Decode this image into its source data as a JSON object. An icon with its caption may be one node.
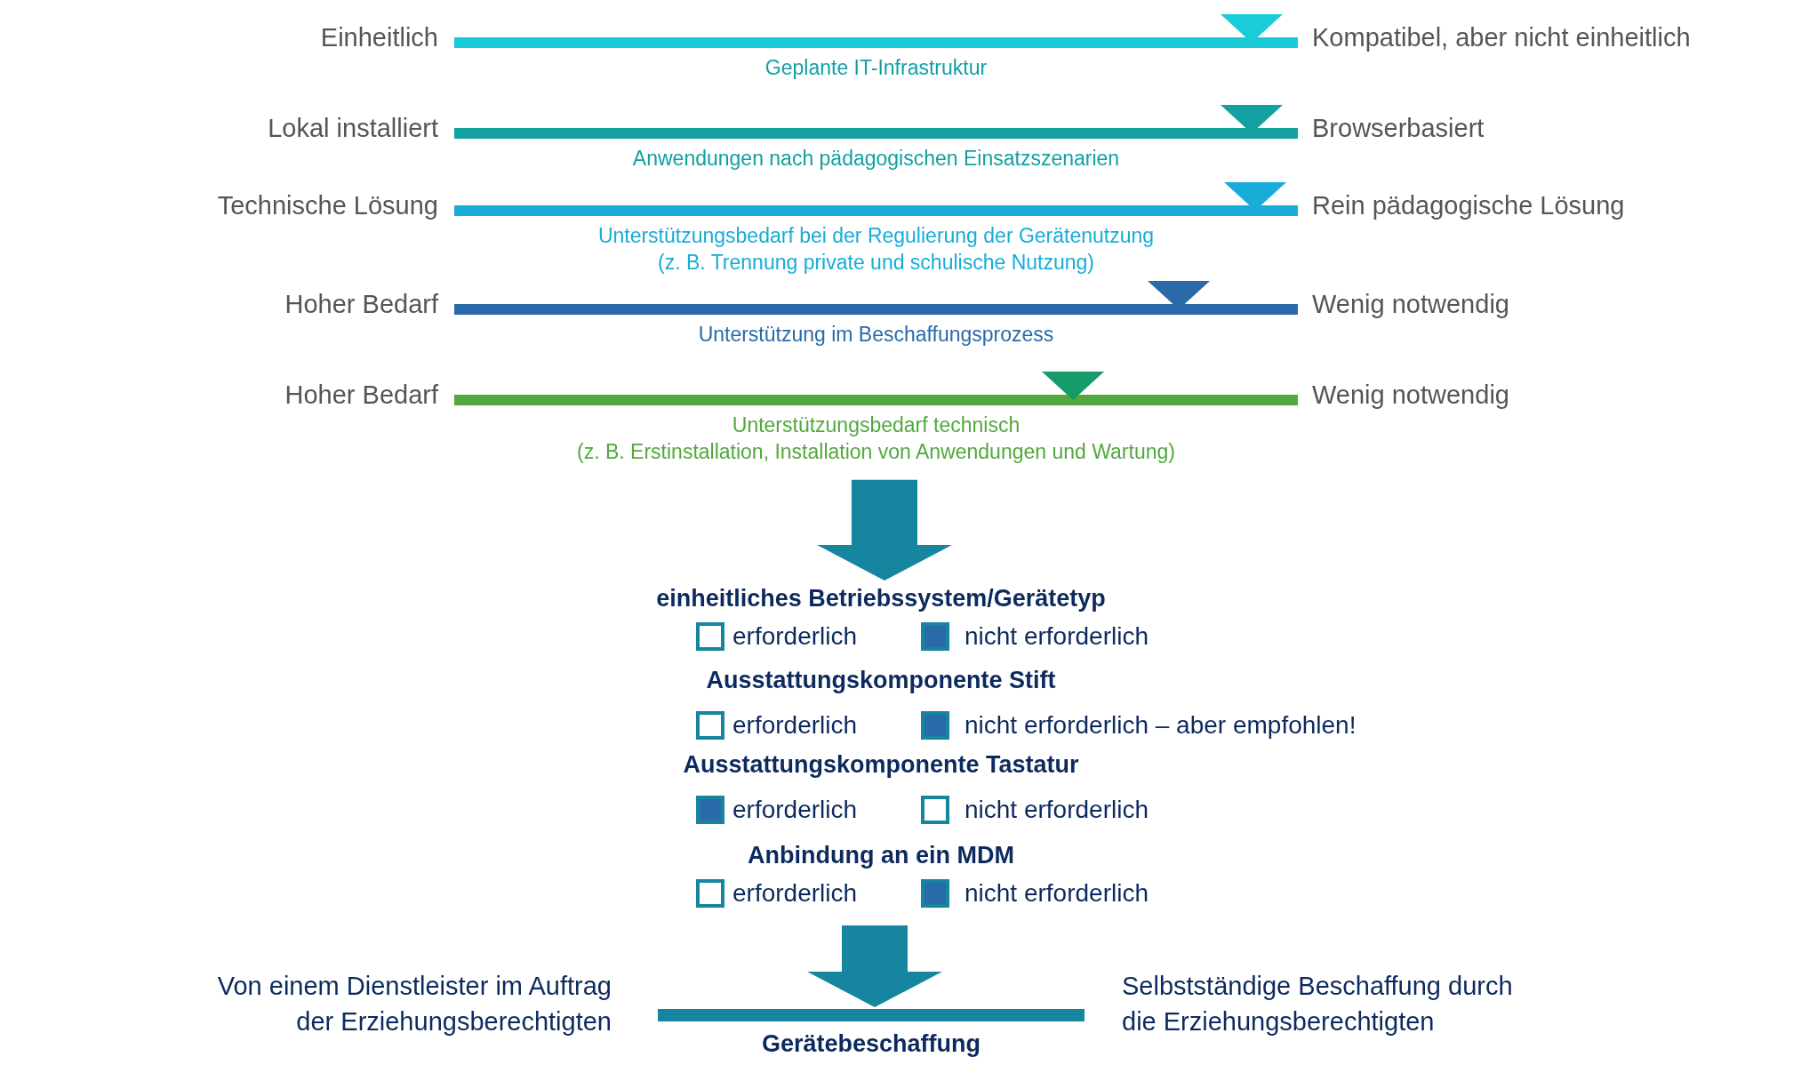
{
  "diagram": {
    "nodes": [
      {
        "text": [
          "Geplante IT-Infrastruktur"
        ],
        "beside": [
          "Einheitlich",
          "Kompatibel, aber nicht einheitlich"
        ]
      },
      {
        "text": [
          "Anwendungen nach pädagogischen Einsatzszenarien"
        ],
        "beside": [
          "Lokal installiert",
          "Browserbasiert"
        ]
      },
      {
        "text": [
          "Unterstützungsbedarf bei der Regulierung der Gerätenutzung",
          "(z. B. Trennung private und schulische Nutzung)"
        ],
        "beside": [
          "Technische Lösung",
          "Rein pädagogische Lösung"
        ]
      },
      {
        "text": [
          "Unterstützung im Beschaffungsprozess"
        ],
        "beside": [
          "Hoher Bedarf",
          "Wenig notwendig"
        ]
      },
      {
        "text": [
          "Unterstützungsbedarf technisch",
          "(z. B. Erstinstallation, Installation von Anwendungen und Wartung)"
        ],
        "beside": [
          "Hoher Bedarf",
          "Wenig notwendig"
        ]
      },
      {
        "text": [
          "einheitliches Betriebssystem/Gerätetyp",
          "erforderlich",
          "nicht erforderlich"
        ]
      },
      {
        "text": [
          "Ausstattungskomponente Stift",
          "erforderlich",
          "nicht erforderlich – aber empfohlen!"
        ]
      },
      {
        "text": [
          "Ausstattungskomponente Tastatur",
          "erforderlich",
          "nicht erforderlich"
        ]
      },
      {
        "text": [
          "Anbindung an ein MDM",
          "erforderlich",
          "nicht erforderlich"
        ]
      },
      {
        "text": [
          "Gerätebeschaffung"
        ],
        "beside": [
          "Von einem Dienstleister im Auftrag der Erziehungsberechtigten",
          "Selbstständige Beschaffung durch die Erziehungsberechtigten"
        ]
      }
    ],
    "edges": [
      {
        "from": 4,
        "to": 5,
        "arrow": "to"
      },
      {
        "from": 8,
        "to": 9,
        "arrow": "to"
      }
    ]
  }
}
